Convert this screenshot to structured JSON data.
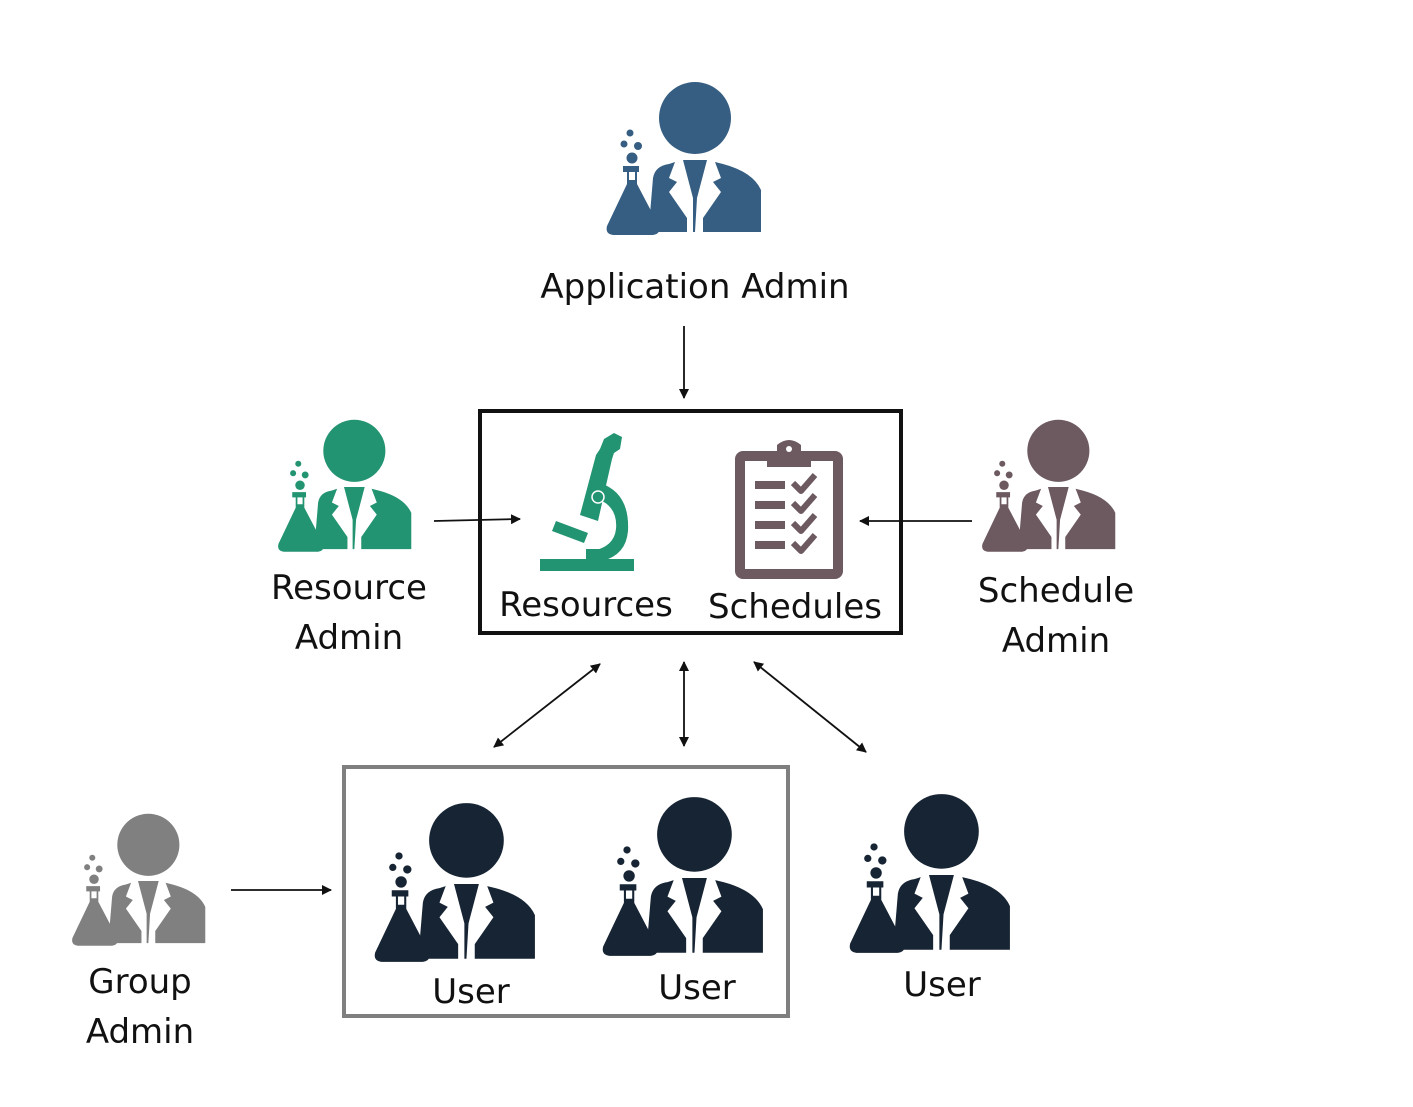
{
  "diagram": {
    "colors": {
      "application_admin": "#365e82",
      "resource_admin": "#239471",
      "schedule_admin": "#6d5960",
      "group_admin": "#808080",
      "user": "#172433",
      "arrow": "#111111",
      "resource_box_border": "#111111",
      "user_group_box_border": "#7f7f7f"
    },
    "nodes": {
      "application_admin": {
        "label": "Application Admin",
        "icon": "scientist-icon"
      },
      "resource_admin": {
        "label_line1": "Resource",
        "label_line2": "Admin",
        "icon": "scientist-icon"
      },
      "schedule_admin": {
        "label_line1": "Schedule",
        "label_line2": "Admin",
        "icon": "scientist-icon"
      },
      "group_admin": {
        "label_line1": "Group",
        "label_line2": "Admin",
        "icon": "scientist-icon"
      },
      "resources": {
        "label": "Resources",
        "icon": "microscope-icon"
      },
      "schedules": {
        "label": "Schedules",
        "icon": "clipboard-checklist-icon"
      },
      "user_1": {
        "label": "User",
        "icon": "scientist-icon"
      },
      "user_2": {
        "label": "User",
        "icon": "scientist-icon"
      },
      "user_3": {
        "label": "User",
        "icon": "scientist-icon"
      }
    },
    "edges": [
      {
        "from": "application_admin",
        "to": "resources_schedules_box",
        "direction": "one-way"
      },
      {
        "from": "resource_admin",
        "to": "resources",
        "direction": "one-way"
      },
      {
        "from": "schedule_admin",
        "to": "schedules",
        "direction": "one-way"
      },
      {
        "from": "group_admin",
        "to": "user_group_box",
        "direction": "one-way"
      },
      {
        "from": "resources_schedules_box",
        "to": "user_1",
        "direction": "two-way"
      },
      {
        "from": "resources_schedules_box",
        "to": "user_2",
        "direction": "two-way"
      },
      {
        "from": "resources_schedules_box",
        "to": "user_3",
        "direction": "two-way"
      }
    ]
  }
}
